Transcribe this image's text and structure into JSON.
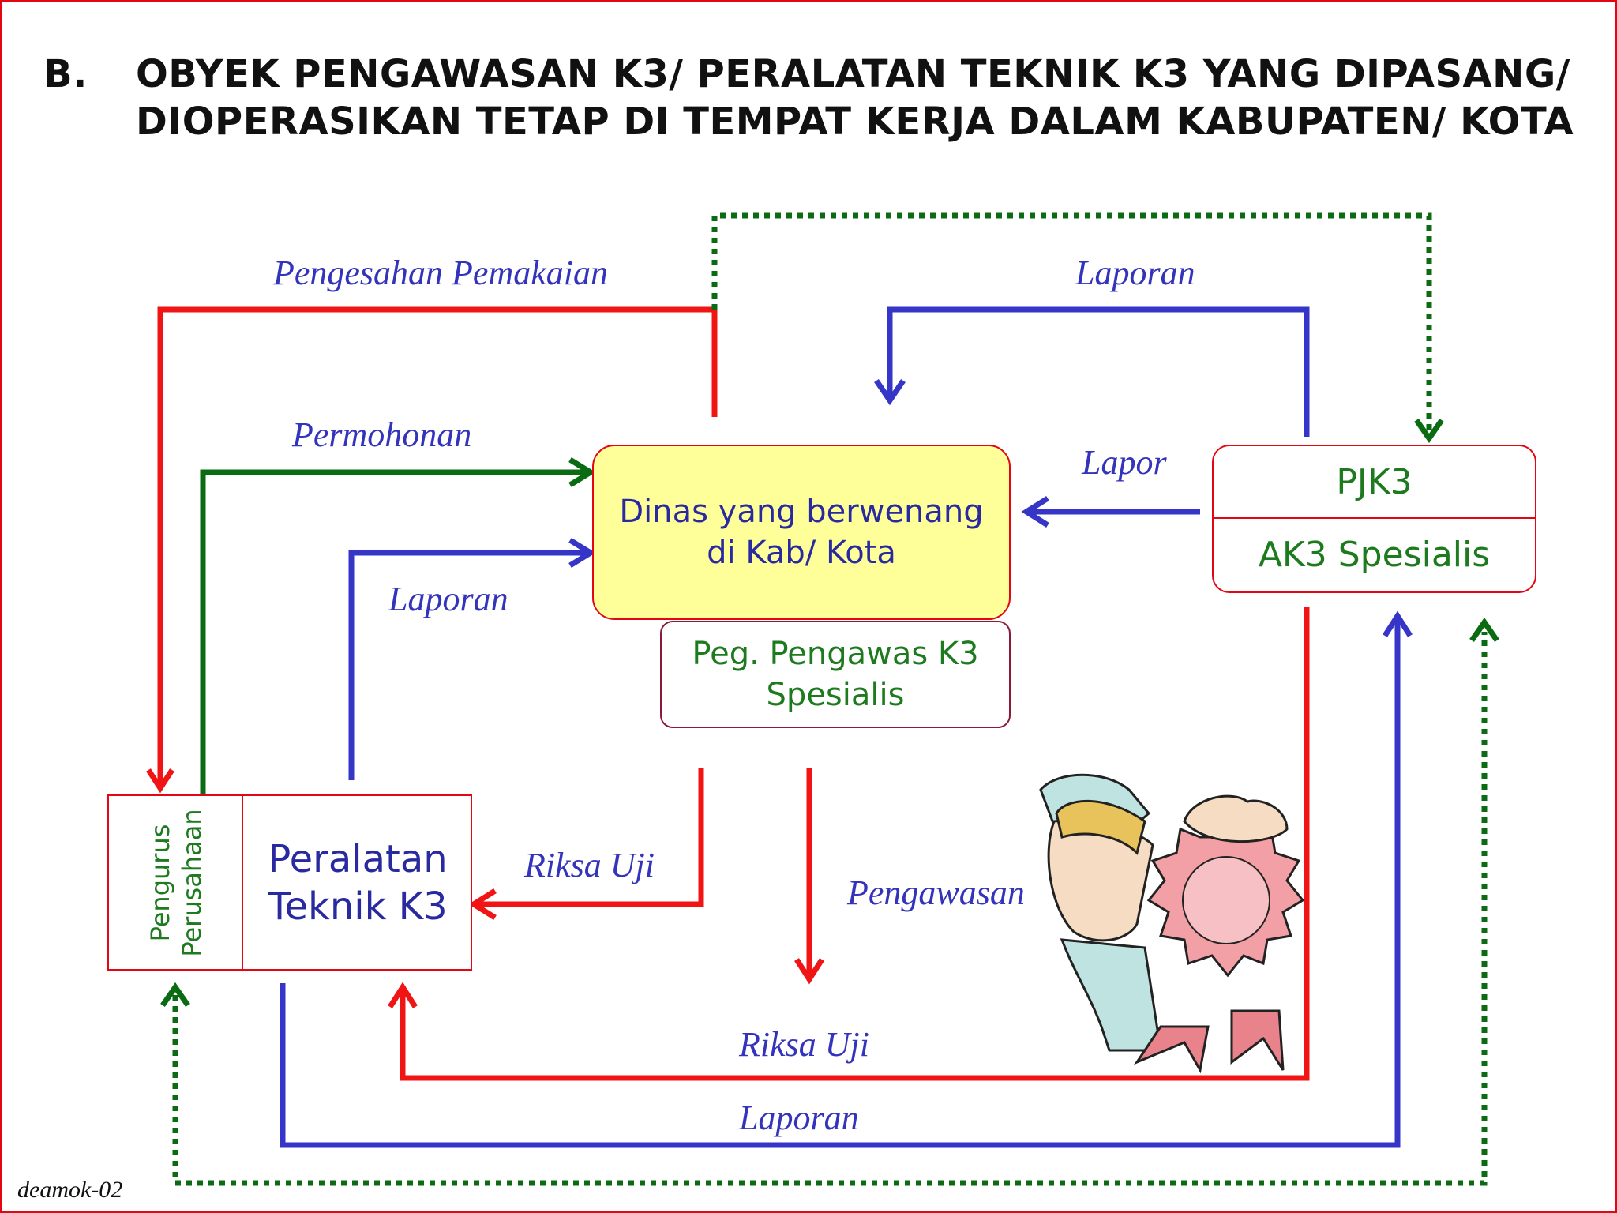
{
  "title": {
    "number": "B.",
    "line1": "OBYEK PENGAWASAN K3/ PERALATAN TEKNIK K3 YANG DIPASANG/",
    "line2": "DIOPERASIKAN TETAP DI TEMPAT KERJA DALAM KABUPATEN/ KOTA"
  },
  "nodes": {
    "dinas_line1": "Dinas yang berwenang",
    "dinas_line2": "di Kab/ Kota",
    "pegawas_line1": "Peg. Pengawas K3",
    "pegawas_line2": "Spesialis",
    "pjk3": "PJK3",
    "ak3": "AK3 Spesialis",
    "pengurus_line1": "Pengurus",
    "pengurus_line2": "Perusahaan",
    "peralatan_line1": "Peralatan",
    "peralatan_line2": "Teknik K3"
  },
  "labels": {
    "pengesahan": "Pengesahan Pemakaian",
    "laporan_top": "Laporan",
    "permohonan": "Permohonan",
    "lapor": "Lapor",
    "laporan_left": "Laporan",
    "riksa_uji_mid": "Riksa Uji",
    "pengawasan": "Pengawasan",
    "riksa_uji_bottom": "Riksa Uji",
    "laporan_bottom": "Laporan"
  },
  "signature": "deamok-02",
  "colors": {
    "red": "#f01414",
    "blue": "#3535c8",
    "green_line": "#0b6b12",
    "green_text": "#1e7a1e",
    "yellow_fill": "#ffff99",
    "border_red": "#e30613"
  }
}
